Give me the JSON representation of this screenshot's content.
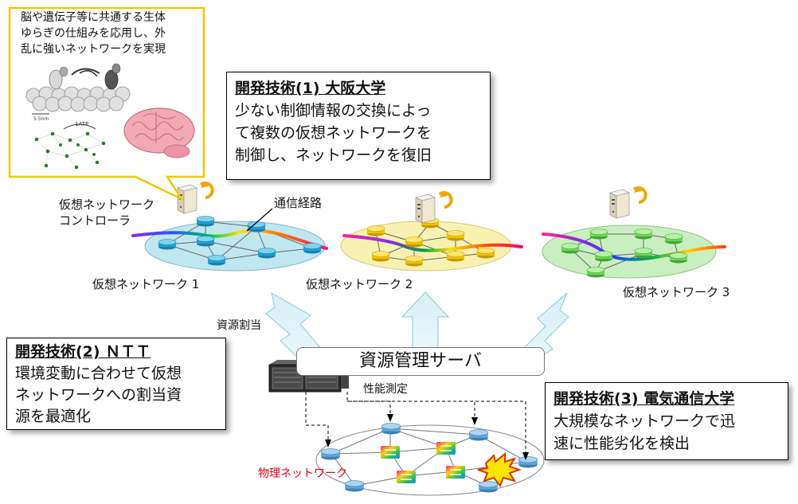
{
  "yellow_callout": {
    "lines": [
      "脳や遺伝子等に共通する生体",
      "ゆらぎの仕組みを応用し、外",
      "乱に強いネットワークを実現"
    ]
  },
  "box1": {
    "heading": "開発技術(1) 大阪大学",
    "lines": [
      "少ない制御情報の交換によっ",
      "て複数の仮想ネットワークを",
      "制御し、ネットワークを復旧"
    ]
  },
  "box2": {
    "heading": "開発技術(2) ＮＴＴ",
    "lines": [
      "環境変動に合わせて仮想",
      "ネットワークへの割当資",
      "源を最適化"
    ]
  },
  "box3": {
    "heading": "開発技術(3) 電気通信大学",
    "lines": [
      "大規模なネットワークで迅",
      "速に性能劣化を検出"
    ]
  },
  "labels": {
    "controller": [
      "仮想ネットワーク",
      "コントローラ"
    ],
    "comm_path": "通信経路",
    "vnet1": "仮想ネットワーク 1",
    "vnet2": "仮想ネットワーク 2",
    "vnet3": "仮想ネットワーク 3",
    "resource_alloc": "資源割当",
    "resource_server": "資源管理サーバ",
    "perf_measure": "性能測定",
    "physical_net": "物理ネットワーク"
  },
  "illustration_text": {
    "scale": "5.5nm",
    "atp": "1ATP"
  },
  "colors": {
    "vnet1": "#bfe7ef",
    "vnet2": "#f8f2b2",
    "vnet3": "#c9efc0",
    "node1": "#1f9fd6",
    "node2": "#f2c200",
    "node3": "#6fd35a",
    "callout_border": "#f0c800",
    "arrow_fill": "#def4f8",
    "physical_label": "#e0001b"
  }
}
